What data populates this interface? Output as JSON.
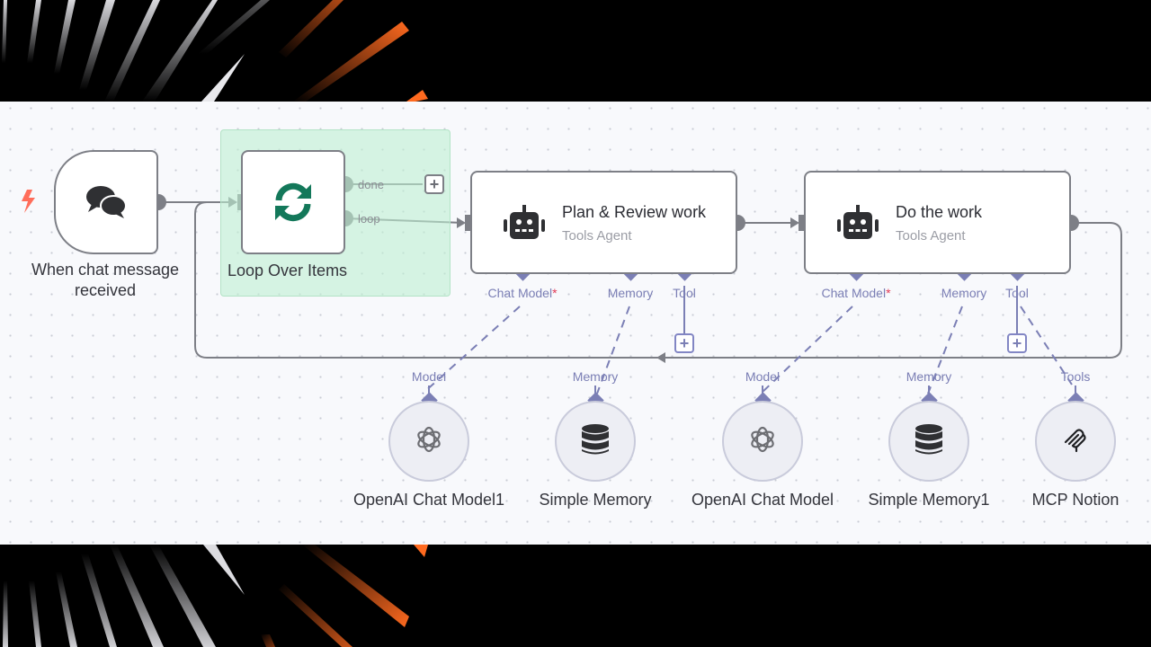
{
  "workflow": {
    "accent_connection_color": "#7b7fb5",
    "trigger": {
      "label": "When chat message received",
      "icon": "chat-bubbles-icon",
      "trigger_icon": "lightning-bolt-icon",
      "trigger_color": "#ff6d5a"
    },
    "loop": {
      "label": "Loop Over Items",
      "icon": "refresh-cycle-icon",
      "icon_color": "#13785a",
      "outputs": [
        "done",
        "loop"
      ]
    },
    "agents": [
      {
        "title": "Plan & Review work",
        "subtitle": "Tools Agent",
        "icon": "robot-icon",
        "ports": [
          {
            "label": "Chat Model",
            "required": "*"
          },
          {
            "label": "Memory",
            "required": ""
          },
          {
            "label": "Tool",
            "required": ""
          }
        ]
      },
      {
        "title": "Do the work",
        "subtitle": "Tools Agent",
        "icon": "robot-icon",
        "ports": [
          {
            "label": "Chat Model",
            "required": "*"
          },
          {
            "label": "Memory",
            "required": ""
          },
          {
            "label": "Tool",
            "required": ""
          }
        ]
      }
    ],
    "sub_nodes": [
      {
        "label": "OpenAI Chat Model1",
        "port_label": "Model",
        "icon": "openai-icon"
      },
      {
        "label": "Simple Memory",
        "port_label": "Memory",
        "icon": "database-icon"
      },
      {
        "label": "OpenAI Chat Model",
        "port_label": "Model",
        "icon": "openai-icon"
      },
      {
        "label": "Simple Memory1",
        "port_label": "Memory",
        "icon": "database-icon"
      },
      {
        "label": "MCP Notion",
        "port_label": "Tools",
        "icon": "mcp-icon"
      }
    ],
    "add_button_symbol": "+"
  }
}
